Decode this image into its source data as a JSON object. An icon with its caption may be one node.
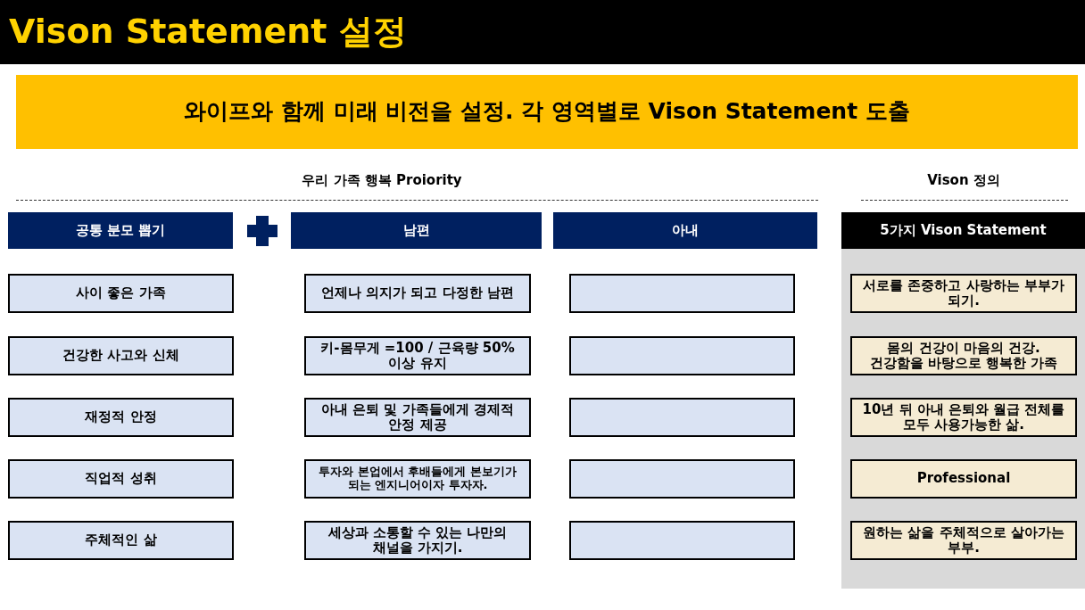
{
  "diagram": {
    "title": "Vison Statement 설정",
    "nodes": [
      {
        "text": [
          "와이프와 함께 미래 비전을 설정. 각 영역별로 Vison Statement 도출"
        ]
      },
      {
        "text": [
          "공통 분모 뽑기"
        ]
      },
      {
        "text": [
          "남편"
        ]
      },
      {
        "text": [
          "아내"
        ]
      },
      {
        "text": [
          "5가지 Vison Statement"
        ]
      },
      {
        "text": [
          "사이 좋은 가족"
        ]
      },
      {
        "text": [
          "언제나 의지가 되고 다정한 남편"
        ]
      },
      {
        "text": [],
        "shape": "box"
      },
      {
        "text": [
          "서로를 존중하고 사랑하는 부부가 되기."
        ],
        "in": 4
      },
      {
        "text": [
          "건강한 사고와 신체"
        ]
      },
      {
        "text": [
          "키-몸무게 =100 / 근육량 50%이상 유지"
        ]
      },
      {
        "text": [],
        "shape": "box"
      },
      {
        "text": [
          "몸의 건강이 마음의 건강. 건강함을 바탕으로 행복한 가족"
        ],
        "in": 4
      },
      {
        "text": [
          "재정적 안정"
        ]
      },
      {
        "text": [
          "아내 은퇴 및 가족들에게 경제적 안정 제공"
        ]
      },
      {
        "text": [],
        "shape": "box"
      },
      {
        "text": [
          "10년 뒤 아내 은퇴와 월급 전체를 모두 사용가능한 삶."
        ],
        "in": 4
      },
      {
        "text": [
          "직업적 성취"
        ]
      },
      {
        "text": [
          "투자와 본업에서 후배들에게 본보기가 되는 엔지니어이자 투자자."
        ]
      },
      {
        "text": [],
        "shape": "box"
      },
      {
        "text": [
          "Professional"
        ],
        "in": 4
      },
      {
        "text": [
          "주체적인 삶"
        ]
      },
      {
        "text": [
          "세상과 소통할 수 있는 나만의 채널을 가지기."
        ]
      },
      {
        "text": [],
        "shape": "box"
      },
      {
        "text": [
          "원하는 삶을 주체적으로 살아가는 부부."
        ],
        "in": 4
      }
    ],
    "edges": [],
    "labels": [
      "우리 가족 행복 Proiority",
      "Vison 정의"
    ]
  }
}
